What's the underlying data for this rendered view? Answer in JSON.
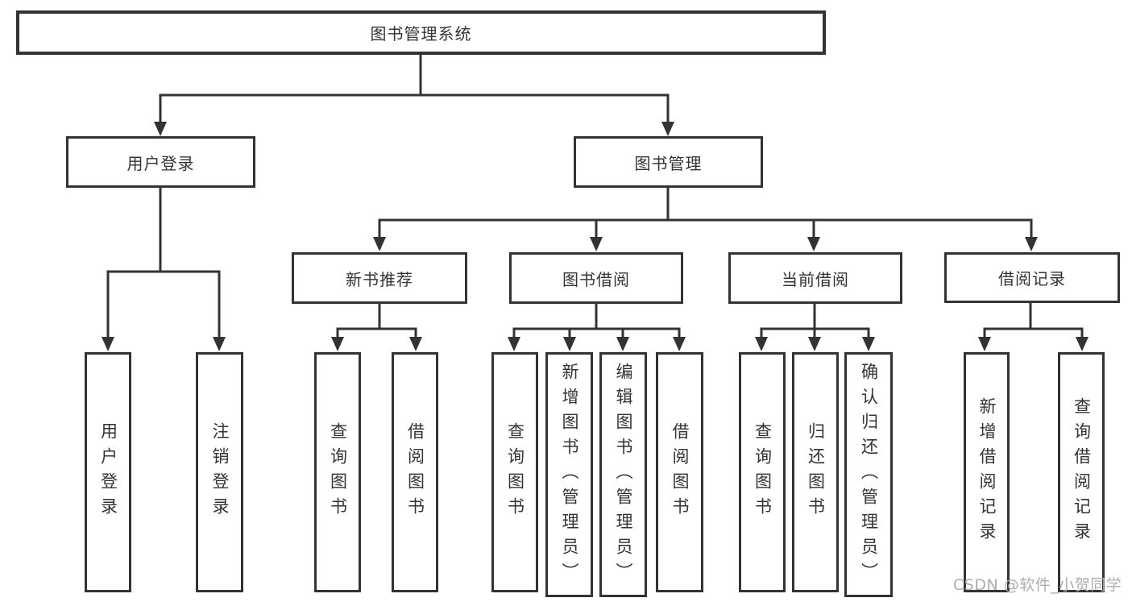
{
  "diagram": {
    "title_note": "",
    "root": {
      "label": "图书管理系统"
    },
    "level1": [
      {
        "label": "用户登录"
      },
      {
        "label": "图书管理"
      }
    ],
    "level2": [
      {
        "label": "新书推荐"
      },
      {
        "label": "图书借阅"
      },
      {
        "label": "当前借阅"
      },
      {
        "label": "借阅记录"
      }
    ],
    "leaves": [
      {
        "label": "用户登录",
        "parent": "用户登录"
      },
      {
        "label": "注销登录",
        "parent": "用户登录"
      },
      {
        "label": "查询图书",
        "parent": "新书推荐"
      },
      {
        "label": "借阅图书",
        "parent": "新书推荐"
      },
      {
        "label": "查询图书",
        "parent": "图书借阅"
      },
      {
        "label": "新增图书（管理员）",
        "parent": "图书借阅"
      },
      {
        "label": "编辑图书（管理员）",
        "parent": "图书借阅"
      },
      {
        "label": "借阅图书",
        "parent": "图书借阅"
      },
      {
        "label": "查询图书",
        "parent": "当前借阅"
      },
      {
        "label": "归还图书",
        "parent": "当前借阅"
      },
      {
        "label": "确认归还（管理员）",
        "parent": "当前借阅"
      },
      {
        "label": "新增借阅记录",
        "parent": "借阅记录"
      },
      {
        "label": "查询借阅记录",
        "parent": "借阅记录"
      }
    ],
    "watermark": "CSDN @软件_小贺同学",
    "colors": {
      "line": "#333333",
      "border": "#333333",
      "text": "#333333",
      "watermark": "#aeaeae",
      "background": "#ffffff"
    }
  }
}
